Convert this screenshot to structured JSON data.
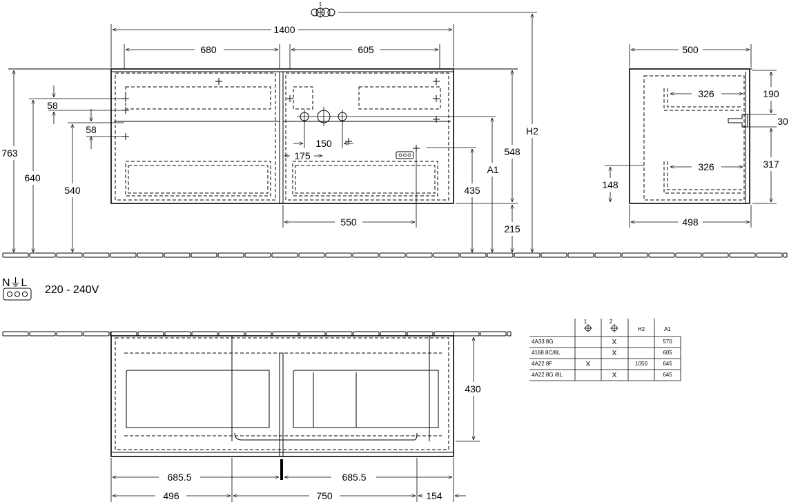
{
  "front_view": {
    "dims": {
      "total_width": "1400",
      "left_width": "680",
      "right_width": "605",
      "height_763": "763",
      "height_640": "640",
      "height_540": "540",
      "offset_58a": "58",
      "offset_58b": "58",
      "spacing_150": "150",
      "offset_175": "175",
      "width_550": "550",
      "height_435": "435",
      "a1": "A1",
      "height_548": "548",
      "height_215": "215",
      "h2": "H2"
    },
    "symbol_label": "1"
  },
  "side_view": {
    "dims": {
      "depth_top": "500",
      "depth_bottom": "498",
      "drawer_326a": "326",
      "drawer_326b": "326",
      "height_190": "190",
      "height_30": "30",
      "height_317": "317",
      "height_148": "148"
    }
  },
  "electric": {
    "terminals": "N⏚L",
    "voltage": "220 - 240V"
  },
  "plan_view": {
    "dims": {
      "depth_430": "430",
      "half_left": "685.5",
      "half_right": "685.5",
      "seg_496": "496",
      "seg_750": "750",
      "seg_154": "154"
    }
  },
  "table": {
    "headers": [
      "",
      "1",
      "2",
      "H2",
      "A1"
    ],
    "rows": [
      {
        "code": "4A33 8G",
        "c1": "",
        "c2": "X",
        "h2": "",
        "a1": "570"
      },
      {
        "code": "4168 8C/8L",
        "c1": "",
        "c2": "X",
        "h2": "",
        "a1": "605"
      },
      {
        "code": "4A22 8F",
        "c1": "X",
        "c2": "",
        "h2": "1050",
        "a1": "645"
      },
      {
        "code": "4A22 8G /8L",
        "c1": "",
        "c2": "X",
        "h2": "",
        "a1": "645"
      }
    ]
  }
}
